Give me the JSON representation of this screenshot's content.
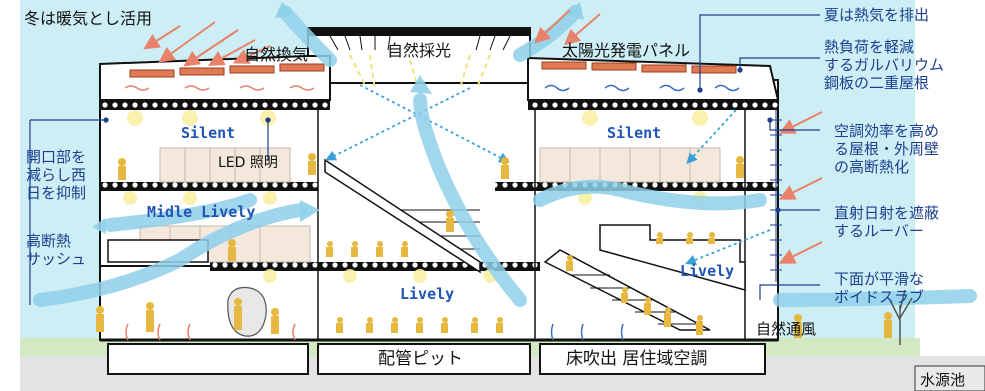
{
  "labels": {
    "winter_heat": "冬は暖気とし活用",
    "natural_ventilation": "自然換気",
    "natural_lighting": "自然採光",
    "solar_panel": "太陽光発電パネル",
    "summer_exhaust": "夏は熱気を排出",
    "galvalume_roof": [
      "熱負荷を軽減",
      "するガルバリウム",
      "鋼板の二重屋根"
    ],
    "insulation": [
      "空調効率を高め",
      "る屋根・外周壁",
      "の高断熱化"
    ],
    "louver": [
      "直射日射を遮蔽",
      "するルーバー"
    ],
    "void_slab": [
      "下面が平滑な",
      "ボイドスラブ"
    ],
    "opening": [
      "開口部を",
      "減らし西",
      "日を抑制"
    ],
    "sash": [
      "高断熱",
      "サッシュ"
    ],
    "led": "LED 照明",
    "natural_wind": "自然通風",
    "piping_pit": "配管ピット",
    "floor_ac": "床吹出 居住域空調",
    "water_pond": "水源池"
  },
  "zones": {
    "silent_left": "Silent",
    "silent_right": "Silent",
    "midle_lively": "Midle Lively",
    "lively_center": "Lively",
    "lively_right": "Lively"
  },
  "colors": {
    "sky": "#cdeef4",
    "airflow": "#8fd0ea",
    "warm_arrow": "#e8826a",
    "label": "#1c3f8f",
    "solar_panel": "#e07a52",
    "person": "#e6b840",
    "zone_text": "#1f55b5",
    "ground": "#d3e9c3"
  }
}
